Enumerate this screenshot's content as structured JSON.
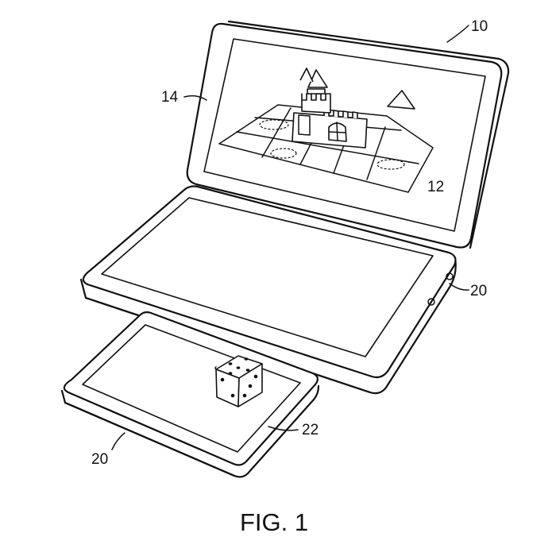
{
  "figure": {
    "caption": "FIG. 1",
    "reference_numerals": {
      "device": "10",
      "upper_screen": "12",
      "upper_housing": "14",
      "lower_housing_right": "20",
      "accessory_tray": "20",
      "tray_surface": "22"
    }
  }
}
